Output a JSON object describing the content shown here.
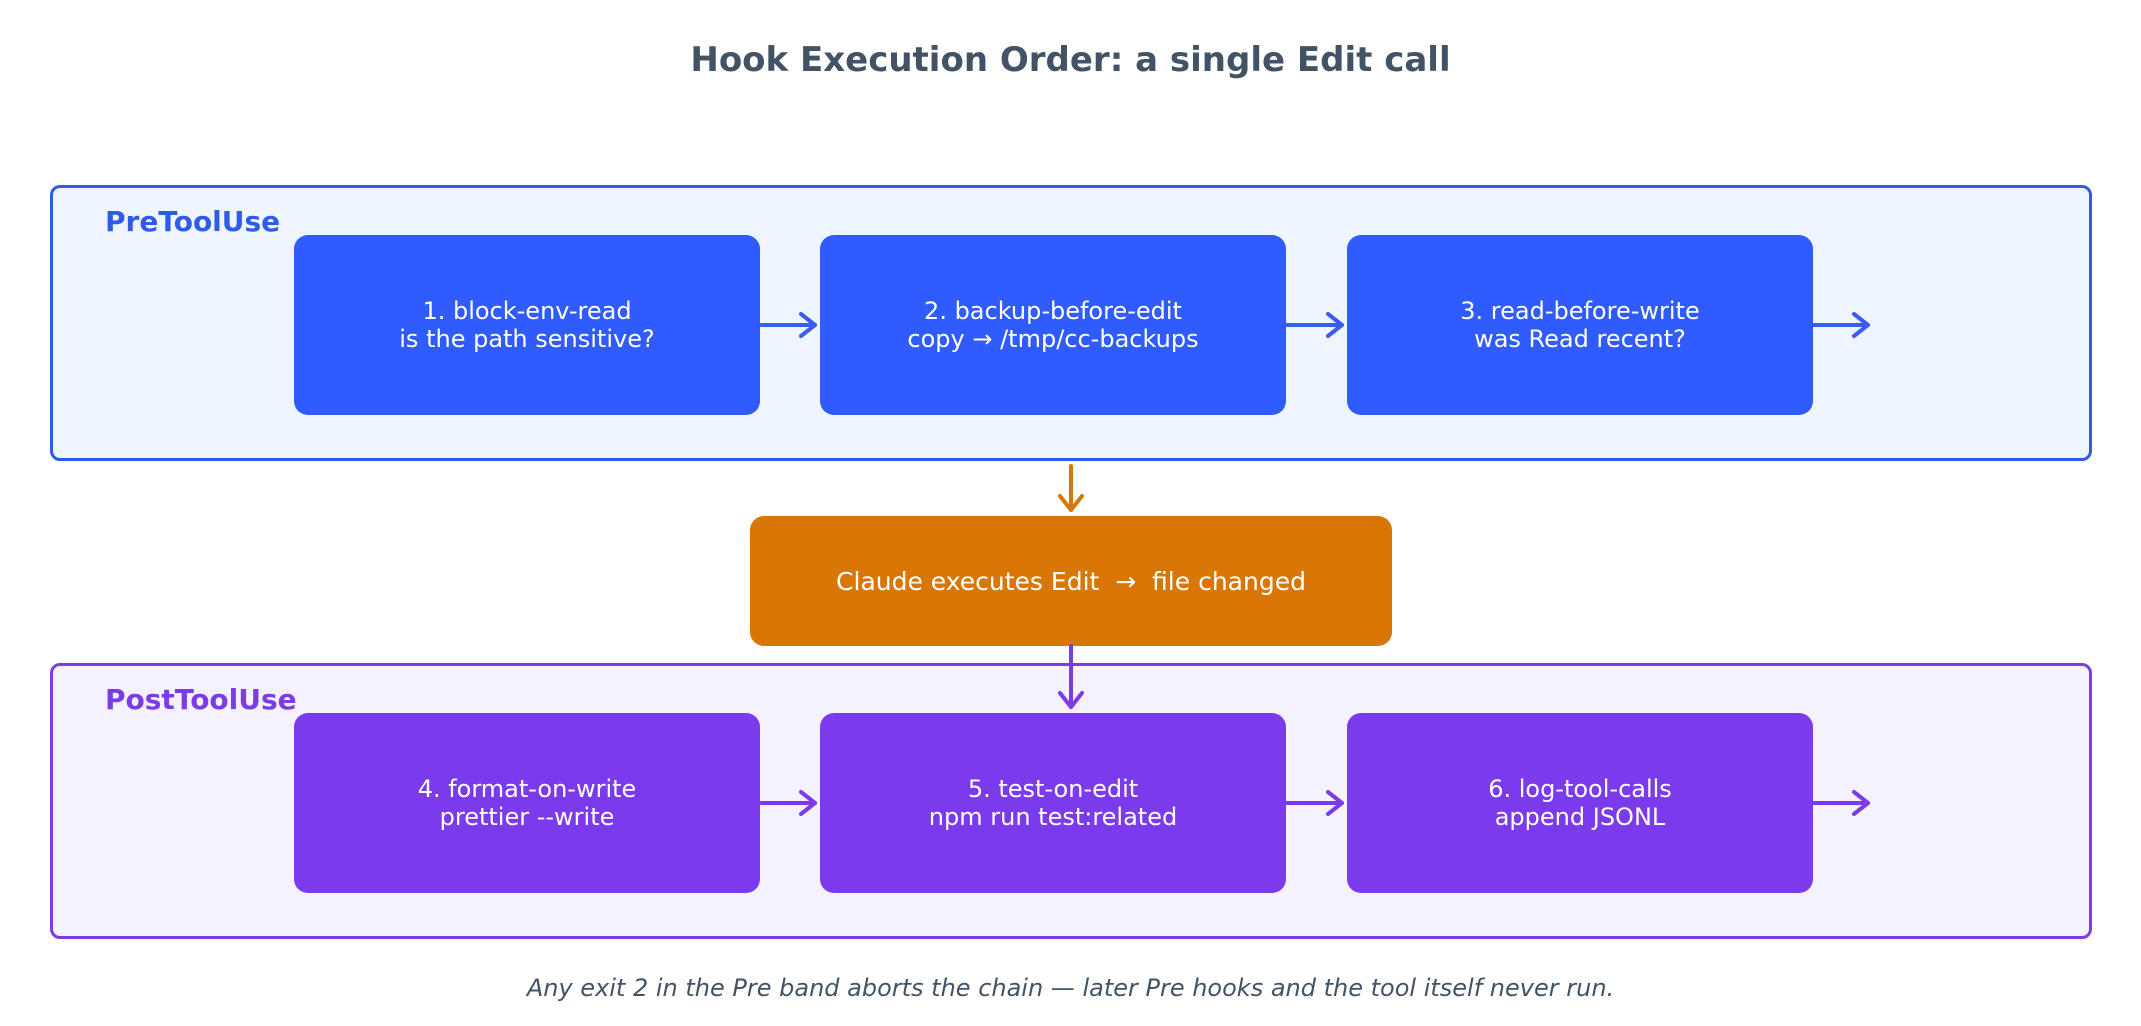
{
  "title": "Hook Execution Order: a single Edit call",
  "bands": {
    "pre": {
      "label": "PreToolUse",
      "color": "#2f5be6",
      "nodes": [
        {
          "line1": "1. block-env-read",
          "line2": "is the path sensitive?"
        },
        {
          "line1": "2. backup-before-edit",
          "line2": "copy → /tmp/cc-backups"
        },
        {
          "line1": "3. read-before-write",
          "line2": "was Read recent?"
        }
      ]
    },
    "post": {
      "label": "PostToolUse",
      "color": "#7b3be6",
      "nodes": [
        {
          "line1": "4. format-on-write",
          "line2": "prettier --write"
        },
        {
          "line1": "5. test-on-edit",
          "line2": "npm run test:related"
        },
        {
          "line1": "6. log-tool-calls",
          "line2": "append JSONL"
        }
      ]
    }
  },
  "execute": {
    "label": "Claude executes Edit  →  file changed",
    "color": "#d97706"
  },
  "footnote": "Any exit 2 in the Pre band aborts the chain — later Pre hooks and the tool itself never run."
}
